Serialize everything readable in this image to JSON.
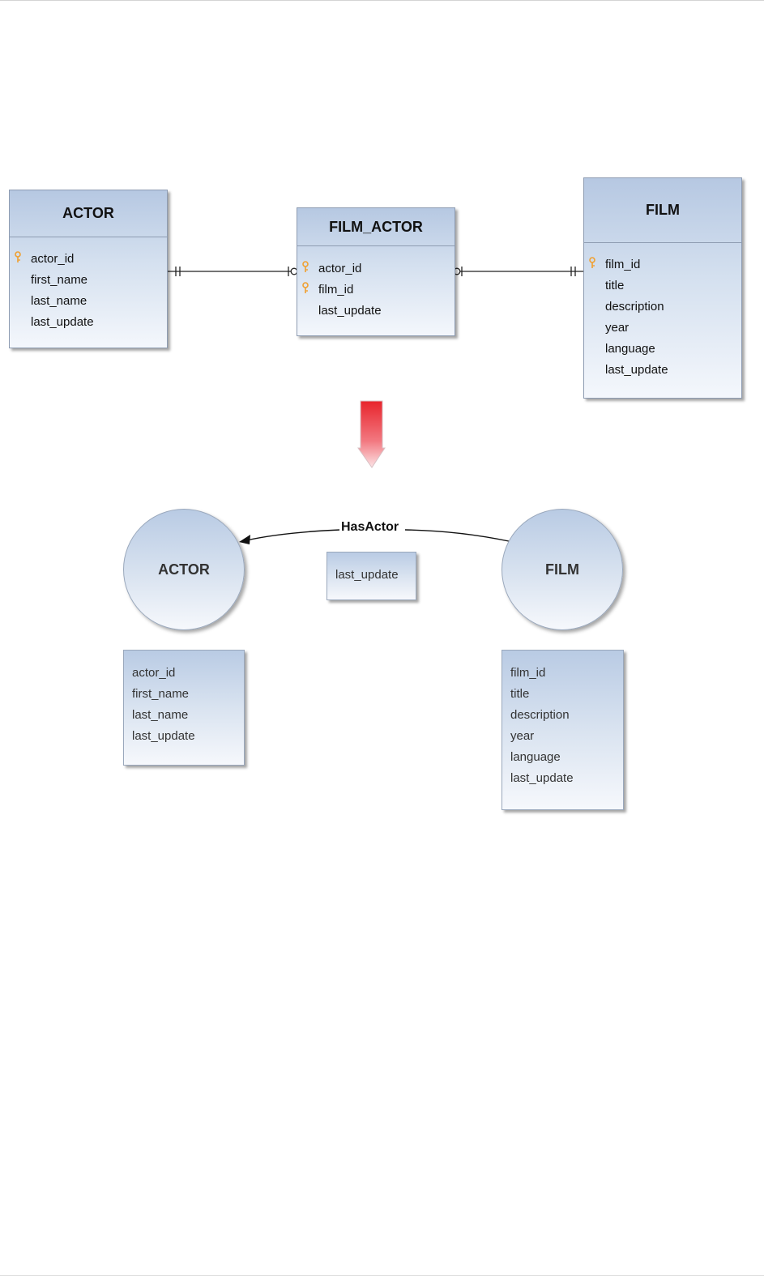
{
  "relational": {
    "actor": {
      "title": "ACTOR",
      "fields": [
        "actor_id",
        "first_name",
        "last_name",
        "last_update"
      ]
    },
    "film_actor": {
      "title": "FILM_ACTOR",
      "fields": [
        "actor_id",
        "film_id",
        "last_update"
      ]
    },
    "film": {
      "title": "FILM",
      "fields": [
        "film_id",
        "title",
        "description",
        "year",
        "language",
        "last_update"
      ]
    }
  },
  "graph": {
    "actor_node": {
      "label": "ACTOR",
      "properties": [
        "actor_id",
        "first_name",
        "last_name",
        "last_update"
      ]
    },
    "film_node": {
      "label": "FILM",
      "properties": [
        "film_id",
        "title",
        "description",
        "year",
        "language",
        "last_update"
      ]
    },
    "relationship": {
      "label": "HasActor",
      "properties": [
        "last_update"
      ]
    }
  },
  "colors": {
    "key_icon": "#f0a030",
    "transform_arrow": "#e8242c"
  },
  "icons": {
    "primary_key": "key-icon",
    "transform": "arrow-down-icon"
  }
}
